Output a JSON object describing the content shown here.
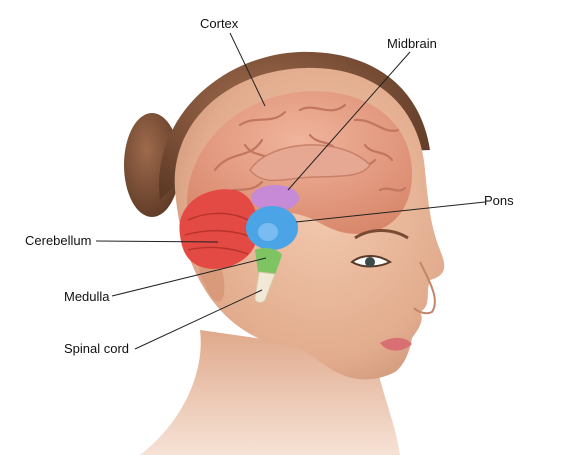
{
  "labels": {
    "cortex": "Cortex",
    "midbrain": "Midbrain",
    "pons": "Pons",
    "cerebellum": "Cerebellum",
    "medulla": "Medulla",
    "spinal_cord": "Spinal cord"
  },
  "colors": {
    "skin": "#e9b79b",
    "skin_shadow": "#c98f72",
    "hair": "#8a5a3f",
    "hair_dark": "#5e3a26",
    "cortex": "#e59f86",
    "cortex_fold": "#c97c63",
    "cerebellum": "#e24a43",
    "pons": "#4ba4e6",
    "midbrain": "#c68ad6",
    "medulla": "#7ec463",
    "spinal_cord": "#f1e8d6",
    "lips": "#d86f73"
  }
}
